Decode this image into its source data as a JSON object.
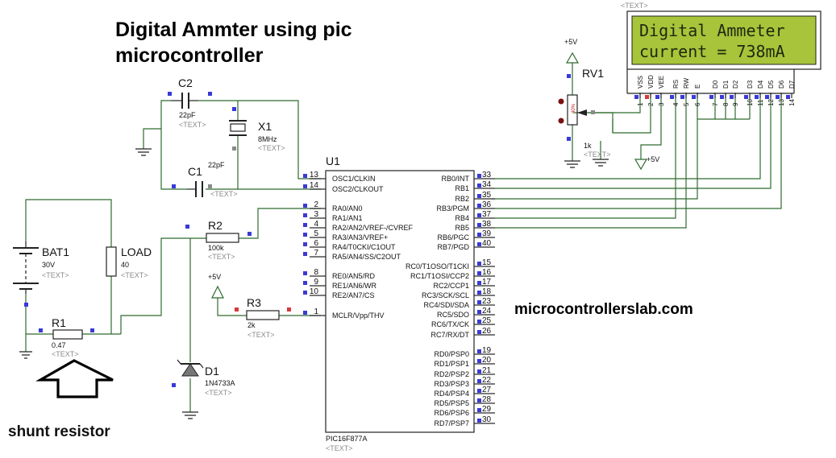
{
  "title_line1": "Digital Ammter using pic",
  "title_line2": "microcontroller",
  "website": "microcontrollerslab.com",
  "shunt_caption": "shunt resistor",
  "text_placeholder": "<TEXT>",
  "lcd": {
    "line1": "Digital Ammeter",
    "line2": "current = 738mA",
    "pin_names": [
      "VSS",
      "VDD",
      "VEE",
      "RS",
      "RW",
      "E",
      "D0",
      "D1",
      "D2",
      "D3",
      "D4",
      "D5",
      "D6",
      "D7"
    ],
    "pin_numbers": [
      "1",
      "2",
      "3",
      "4",
      "5",
      "6",
      "7",
      "8",
      "9",
      "10",
      "11",
      "12",
      "13",
      "14"
    ]
  },
  "components": {
    "c2": {
      "ref": "C2",
      "value": "22pF"
    },
    "c1": {
      "ref": "C1",
      "value": "22pF"
    },
    "x1": {
      "ref": "X1",
      "value": "8MHz"
    },
    "u1": {
      "ref": "U1",
      "part": "PIC16F877A"
    },
    "rv1": {
      "ref": "RV1",
      "value": "1k",
      "pct": "40%"
    },
    "bat1": {
      "ref": "BAT1",
      "value": "30V"
    },
    "load": {
      "ref": "LOAD",
      "value": "40"
    },
    "r1": {
      "ref": "R1",
      "value": "0.47"
    },
    "r2": {
      "ref": "R2",
      "value": "100k"
    },
    "r3": {
      "ref": "R3",
      "value": "2k"
    },
    "d1": {
      "ref": "D1",
      "value": "1N4733A"
    }
  },
  "power_labels": {
    "rv1_top": "+5V",
    "lcd_vdd": "+5V",
    "r3_supply": "+5V"
  },
  "mcu_left_pins": [
    {
      "num": "13",
      "name": "OSC1/CLKIN"
    },
    {
      "num": "14",
      "name": "OSC2/CLKOUT"
    },
    {
      "num": "2",
      "name": "RA0/AN0"
    },
    {
      "num": "3",
      "name": "RA1/AN1"
    },
    {
      "num": "4",
      "name": "RA2/AN2/VREF-/CVREF"
    },
    {
      "num": "5",
      "name": "RA3/AN3/VREF+"
    },
    {
      "num": "6",
      "name": "RA4/T0CKI/C1OUT"
    },
    {
      "num": "7",
      "name": "RA5/AN4/SS/C2OUT"
    },
    {
      "num": "8",
      "name": "RE0/AN5/RD"
    },
    {
      "num": "9",
      "name": "RE1/AN6/WR"
    },
    {
      "num": "10",
      "name": "RE2/AN7/CS"
    },
    {
      "num": "1",
      "name": "MCLR/Vpp/THV"
    }
  ],
  "mcu_right_pins": [
    {
      "num": "33",
      "name": "RB0/INT"
    },
    {
      "num": "34",
      "name": "RB1"
    },
    {
      "num": "35",
      "name": "RB2"
    },
    {
      "num": "36",
      "name": "RB3/PGM"
    },
    {
      "num": "37",
      "name": "RB4"
    },
    {
      "num": "38",
      "name": "RB5"
    },
    {
      "num": "39",
      "name": "RB6/PGC"
    },
    {
      "num": "40",
      "name": "RB7/PGD"
    },
    {
      "num": "15",
      "name": "RC0/T1OSO/T1CKI"
    },
    {
      "num": "16",
      "name": "RC1/T1OSI/CCP2"
    },
    {
      "num": "17",
      "name": "RC2/CCP1"
    },
    {
      "num": "18",
      "name": "RC3/SCK/SCL"
    },
    {
      "num": "23",
      "name": "RC4/SDI/SDA"
    },
    {
      "num": "24",
      "name": "RC5/SDO"
    },
    {
      "num": "25",
      "name": "RC6/TX/CK"
    },
    {
      "num": "26",
      "name": "RC7/RX/DT"
    },
    {
      "num": "19",
      "name": "RD0/PSP0"
    },
    {
      "num": "20",
      "name": "RD1/PSP1"
    },
    {
      "num": "21",
      "name": "RD2/PSP2"
    },
    {
      "num": "22",
      "name": "RD3/PSP3"
    },
    {
      "num": "27",
      "name": "RD4/PSP4"
    },
    {
      "num": "28",
      "name": "RD5/PSP5"
    },
    {
      "num": "29",
      "name": "RD6/PSP6"
    },
    {
      "num": "30",
      "name": "RD7/PSP7"
    }
  ],
  "colors": {
    "wire": "#2f6b2f",
    "lcd_bg": "#a7c43a",
    "pin_dot_blue": "#3a3ad6",
    "pin_dot_red": "#d63a3a"
  }
}
